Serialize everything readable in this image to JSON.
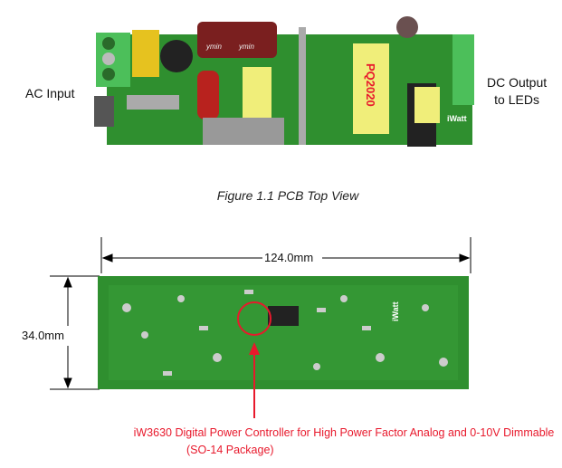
{
  "top_view": {
    "ac_label": "AC Input",
    "dc_label_line1": "DC Output",
    "dc_label_line2": "to LEDs",
    "transformer_marking": "PQ2020",
    "cap_marking": "ymin",
    "brand_marking": "iWatt",
    "caption": "Figure 1.1  PCB Top View"
  },
  "bottom_view": {
    "width_dimension": "124.0mm",
    "height_dimension": "34.0mm",
    "callout_line1": "iW3630 Digital Power Controller for High Power Factor Analog and 0-10V Dimmable",
    "callout_line2": "(SO-14 Package)"
  },
  "colors": {
    "pcb": "#2f8f2f",
    "callout": "#e8192c"
  }
}
